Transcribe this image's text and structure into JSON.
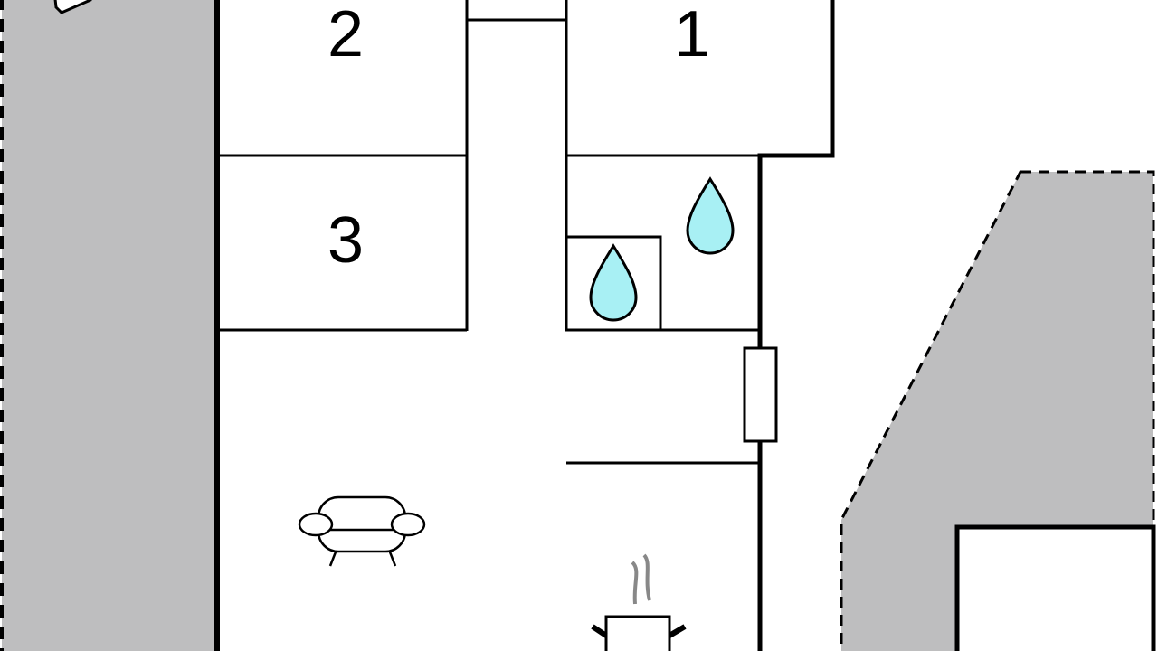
{
  "rooms": [
    {
      "label": "1"
    },
    {
      "label": "2"
    },
    {
      "label": "3"
    }
  ],
  "colors": {
    "outdoor": "#bebebf",
    "water": "#a8f0f4",
    "wall": "#000000",
    "steam": "#888888"
  },
  "icons": [
    "water-drop-icon",
    "water-drop-icon",
    "sofa-icon",
    "cooking-pot-icon"
  ]
}
